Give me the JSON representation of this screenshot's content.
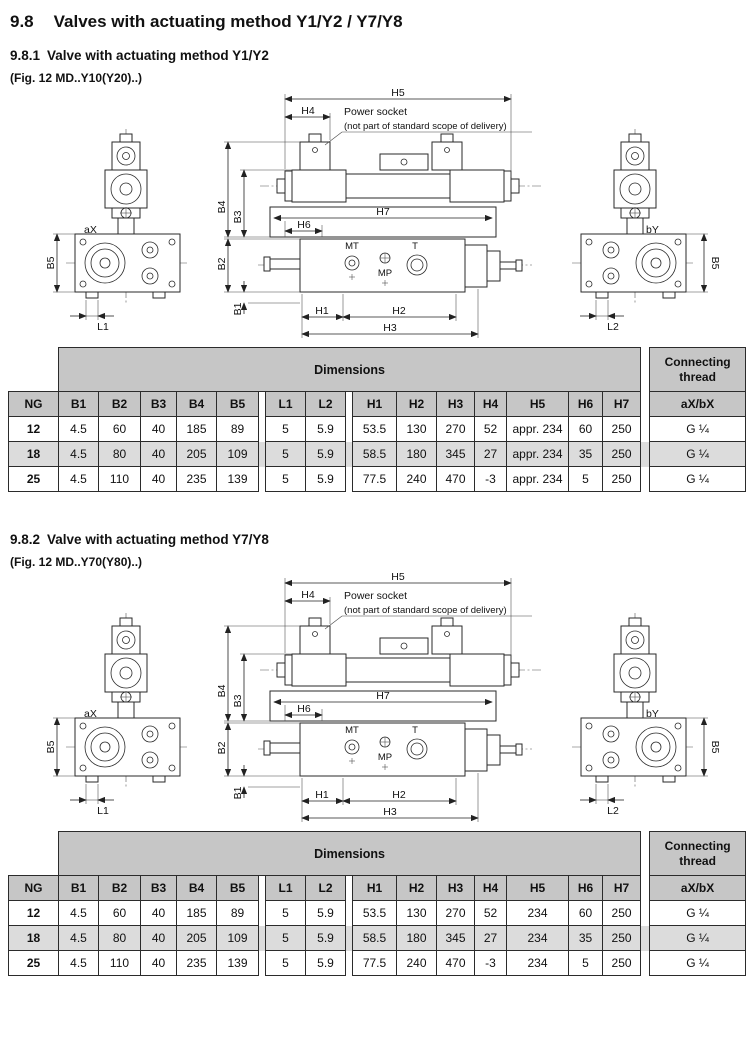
{
  "page": {
    "heading_num": "9.8",
    "heading_title": "Valves with actuating method Y1/Y2 / Y7/Y8"
  },
  "section1": {
    "num": "9.8.1",
    "title": "Valve with actuating method Y1/Y2",
    "fig": "(Fig. 12 MD..Y10(Y20)..)"
  },
  "section2": {
    "num": "9.8.2",
    "title": "Valve with actuating method Y7/Y8",
    "fig": "(Fig. 12 MD..Y70(Y80)..)"
  },
  "drawing": {
    "h5": "H5",
    "h4": "H4",
    "h6": "H6",
    "h7": "H7",
    "h1": "H1",
    "h2": "H2",
    "h3": "H3",
    "b1": "B1",
    "b2": "B2",
    "b3": "B3",
    "b4": "B4",
    "b5": "B5",
    "l1": "L1",
    "l2": "L2",
    "ax": "aX",
    "by": "bY",
    "mt": "MT",
    "t": "T",
    "mp": "MP",
    "power_socket": "Power socket",
    "power_socket_note": "(not part of standard scope of delivery)"
  },
  "table1": {
    "dims": "Dimensions",
    "thread_l1": "Connecting",
    "thread_l2": "thread",
    "cols": [
      "NG",
      "B1",
      "B2",
      "B3",
      "B4",
      "B5",
      "L1",
      "L2",
      "H1",
      "H2",
      "H3",
      "H4",
      "H5",
      "H6",
      "H7",
      "aX/bX"
    ],
    "rows": [
      [
        "12",
        "4.5",
        "60",
        "40",
        "185",
        "89",
        "5",
        "5.9",
        "53.5",
        "130",
        "270",
        "52",
        "appr. 234",
        "60",
        "250",
        "G ¼"
      ],
      [
        "18",
        "4.5",
        "80",
        "40",
        "205",
        "109",
        "5",
        "5.9",
        "58.5",
        "180",
        "345",
        "27",
        "appr. 234",
        "35",
        "250",
        "G ¼"
      ],
      [
        "25",
        "4.5",
        "110",
        "40",
        "235",
        "139",
        "5",
        "5.9",
        "77.5",
        "240",
        "470",
        "-3",
        "appr. 234",
        "5",
        "250",
        "G ¼"
      ]
    ]
  },
  "table2": {
    "dims": "Dimensions",
    "thread_l1": "Connecting",
    "thread_l2": "thread",
    "cols": [
      "NG",
      "B1",
      "B2",
      "B3",
      "B4",
      "B5",
      "L1",
      "L2",
      "H1",
      "H2",
      "H3",
      "H4",
      "H5",
      "H6",
      "H7",
      "aX/bX"
    ],
    "rows": [
      [
        "12",
        "4.5",
        "60",
        "40",
        "185",
        "89",
        "5",
        "5.9",
        "53.5",
        "130",
        "270",
        "52",
        "234",
        "60",
        "250",
        "G ¼"
      ],
      [
        "18",
        "4.5",
        "80",
        "40",
        "205",
        "109",
        "5",
        "5.9",
        "58.5",
        "180",
        "345",
        "27",
        "234",
        "35",
        "250",
        "G ¼"
      ],
      [
        "25",
        "4.5",
        "110",
        "40",
        "235",
        "139",
        "5",
        "5.9",
        "77.5",
        "240",
        "470",
        "-3",
        "234",
        "5",
        "250",
        "G ¼"
      ]
    ]
  },
  "colors": {
    "table_header_gray": "#c6c6c6",
    "table_row_gray": "#dcdcdc",
    "line_black": "#2a2a2a"
  }
}
